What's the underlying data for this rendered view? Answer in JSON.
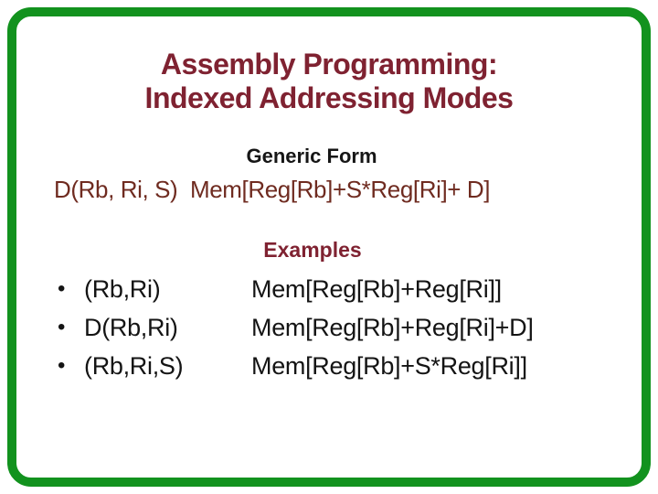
{
  "slide": {
    "title": {
      "line1": "Assembly Programming:",
      "line2": "Indexed Addressing Modes"
    },
    "generic_form": {
      "heading": "Generic Form",
      "formula": "D(Rb, Ri, S)  Mem[Reg[Rb]+S*Reg[Ri]+ D]"
    },
    "examples": {
      "heading": "Examples",
      "bullet": "•",
      "items": [
        {
          "mode": "(Rb,Ri)",
          "translation": "Mem[Reg[Rb]+Reg[Ri]]"
        },
        {
          "mode": "D(Rb,Ri)",
          "translation": "Mem[Reg[Rb]+Reg[Ri]+D]"
        },
        {
          "mode": "(Rb,Ri,S)",
          "translation": "Mem[Reg[Rb]+S*Reg[Ri]]"
        }
      ]
    },
    "colors": {
      "border_green": "#12921E",
      "title_maroon": "#7F2231",
      "formula_maroon": "#6F2B20",
      "body_text": "#141414",
      "background": "#FFFFFF"
    }
  }
}
